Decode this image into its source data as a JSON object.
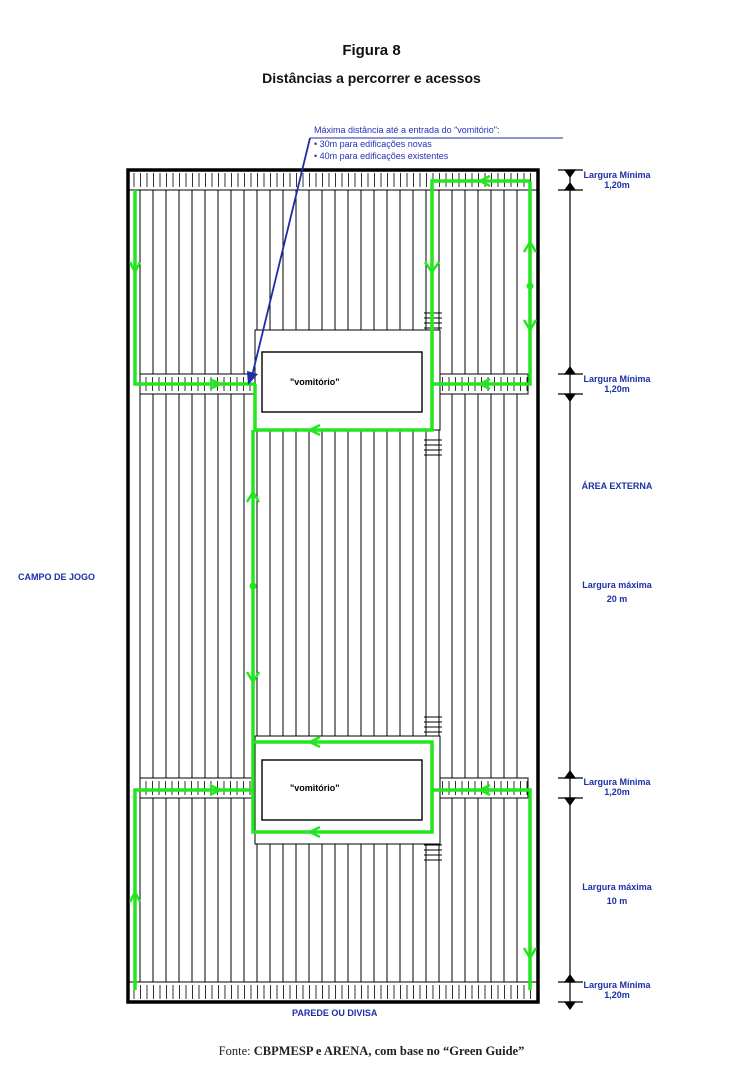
{
  "figure": {
    "number": "Figura 8",
    "title": "Distâncias a percorrer e acessos"
  },
  "annotation": {
    "heading": "Máxima distância até a entrada do \"vomitório\":",
    "items": [
      "30m para edificações novas",
      "40m para edificações existentes"
    ]
  },
  "vomitorio_label": "\"vomitório\"",
  "left_label": "CAMPO DE JOGO",
  "bottom_label": "PAREDE OU DIVISA",
  "right_labels": {
    "min_width_1_line1": "Largura Mínima",
    "min_width_1_line2": "1,20m",
    "min_width_2_line1": "Largura Mínima",
    "min_width_2_line2": "1,20m",
    "external_area": "ÁREA EXTERNA",
    "max_width_20_line1": "Largura máxima",
    "max_width_20_line2": "20 m",
    "min_width_3_line1": "Largura Mínima",
    "min_width_3_line2": "1,20m",
    "max_width_10_line1": "Largura máxima",
    "max_width_10_line2": "10 m",
    "min_width_4_line1": "Largura Mínima",
    "min_width_4_line2": "1,20m"
  },
  "source": {
    "prefix": "Fonte: ",
    "bold": "CBPMESP e ARENA, com base no “Green Guide”"
  },
  "colors": {
    "route_green": "#22e61f",
    "label_blue": "#1d2fa6",
    "structure": "#000000"
  }
}
